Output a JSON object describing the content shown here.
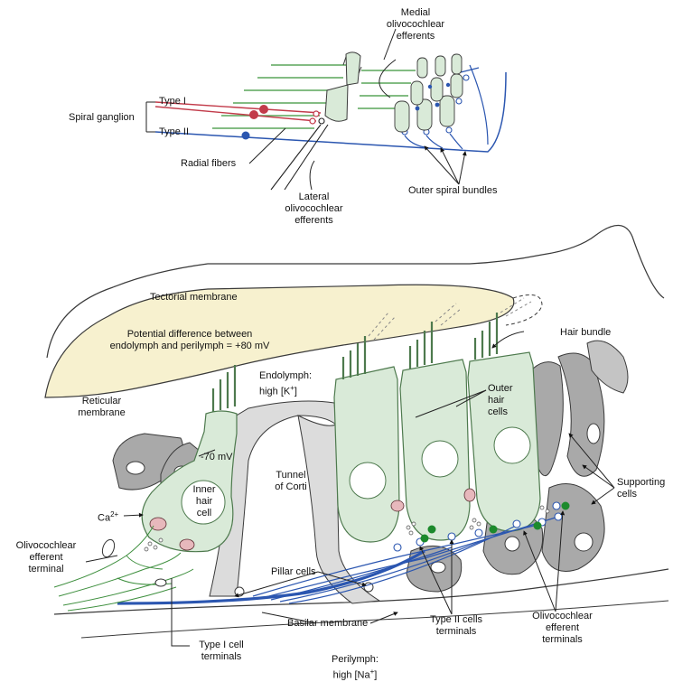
{
  "colors": {
    "hair_cell_fill": "#d9ead8",
    "hair_cell_stroke": "#4e7a4e",
    "supporting_fill": "#a9a9a9",
    "tectorial_fill": "#f7f1cf",
    "type_one_fiber": "#c23b4a",
    "type_two_fiber": "#2b56b0",
    "efferent_fiber": "#5aa55a",
    "efferent_terminal": "#1c8a2c",
    "outline": "#3a3a3a"
  },
  "icons": [
    "nucleus-circle",
    "mitochondrion-oval",
    "synaptic-terminal-dot"
  ],
  "labels": {
    "medial_olivocochlear": [
      "Medial",
      "olivocochlear",
      "efferents"
    ],
    "spiral_ganglion": "Spiral ganglion",
    "type_one": "Type I",
    "type_two": "Type II",
    "radial_fibers": "Radial fibers",
    "lateral_olivocochlear": [
      "Lateral",
      "olivocochlear",
      "efferents"
    ],
    "outer_spiral_bundles": "Outer spiral bundles",
    "tectorial_membrane": "Tectorial membrane",
    "potential_difference": [
      "Potential difference between",
      "endolymph and perilymph = +80 mV"
    ],
    "hair_bundle": "Hair bundle",
    "endolymph": [
      "Endolymph:",
      "high [K",
      "+",
      "]"
    ],
    "reticular_membrane": [
      "Reticular",
      "membrane"
    ],
    "outer_hair_cells": [
      "Outer",
      "hair",
      "cells"
    ],
    "minus_seventy_mv": "-70 mV",
    "tunnel_of_corti": [
      "Tunnel",
      "of Corti"
    ],
    "inner_hair_cell": [
      "Inner",
      "hair",
      "cell"
    ],
    "calcium": [
      "Ca",
      "2+"
    ],
    "supporting_cells": [
      "Supporting",
      "cells"
    ],
    "olivocochlear_efferent_terminal_left": [
      "Olivocochlear",
      "efferent",
      "terminal"
    ],
    "pillar_cells": "Pillar cells",
    "basilar_membrane": "Basilar membrane",
    "type_two_terminals": [
      "Type II cells",
      "terminals"
    ],
    "olivocochlear_efferent_terminals_right": [
      "Olivocochlear",
      "efferent",
      "terminals"
    ],
    "type_one_terminals": [
      "Type I cell",
      "terminals"
    ],
    "perilymph": [
      "Perilymph:",
      "high [Na",
      "+",
      "]"
    ]
  }
}
